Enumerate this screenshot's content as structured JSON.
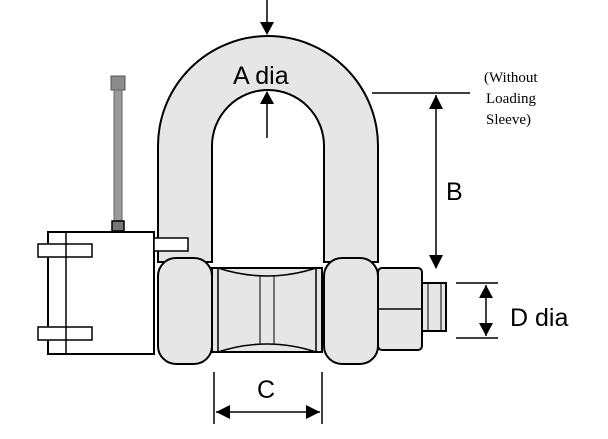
{
  "labels": {
    "a_dia": "A dia",
    "b": "B",
    "c": "C",
    "d_dia": "D dia",
    "note_line1": "(Without",
    "note_line2": "Loading",
    "note_line3": "Sleeve)"
  },
  "colors": {
    "stroke": "#000000",
    "body": "#e6e6e6",
    "antenna": "#9a9a9a",
    "antenna_tip": "#777777",
    "background": "#ffffff"
  }
}
